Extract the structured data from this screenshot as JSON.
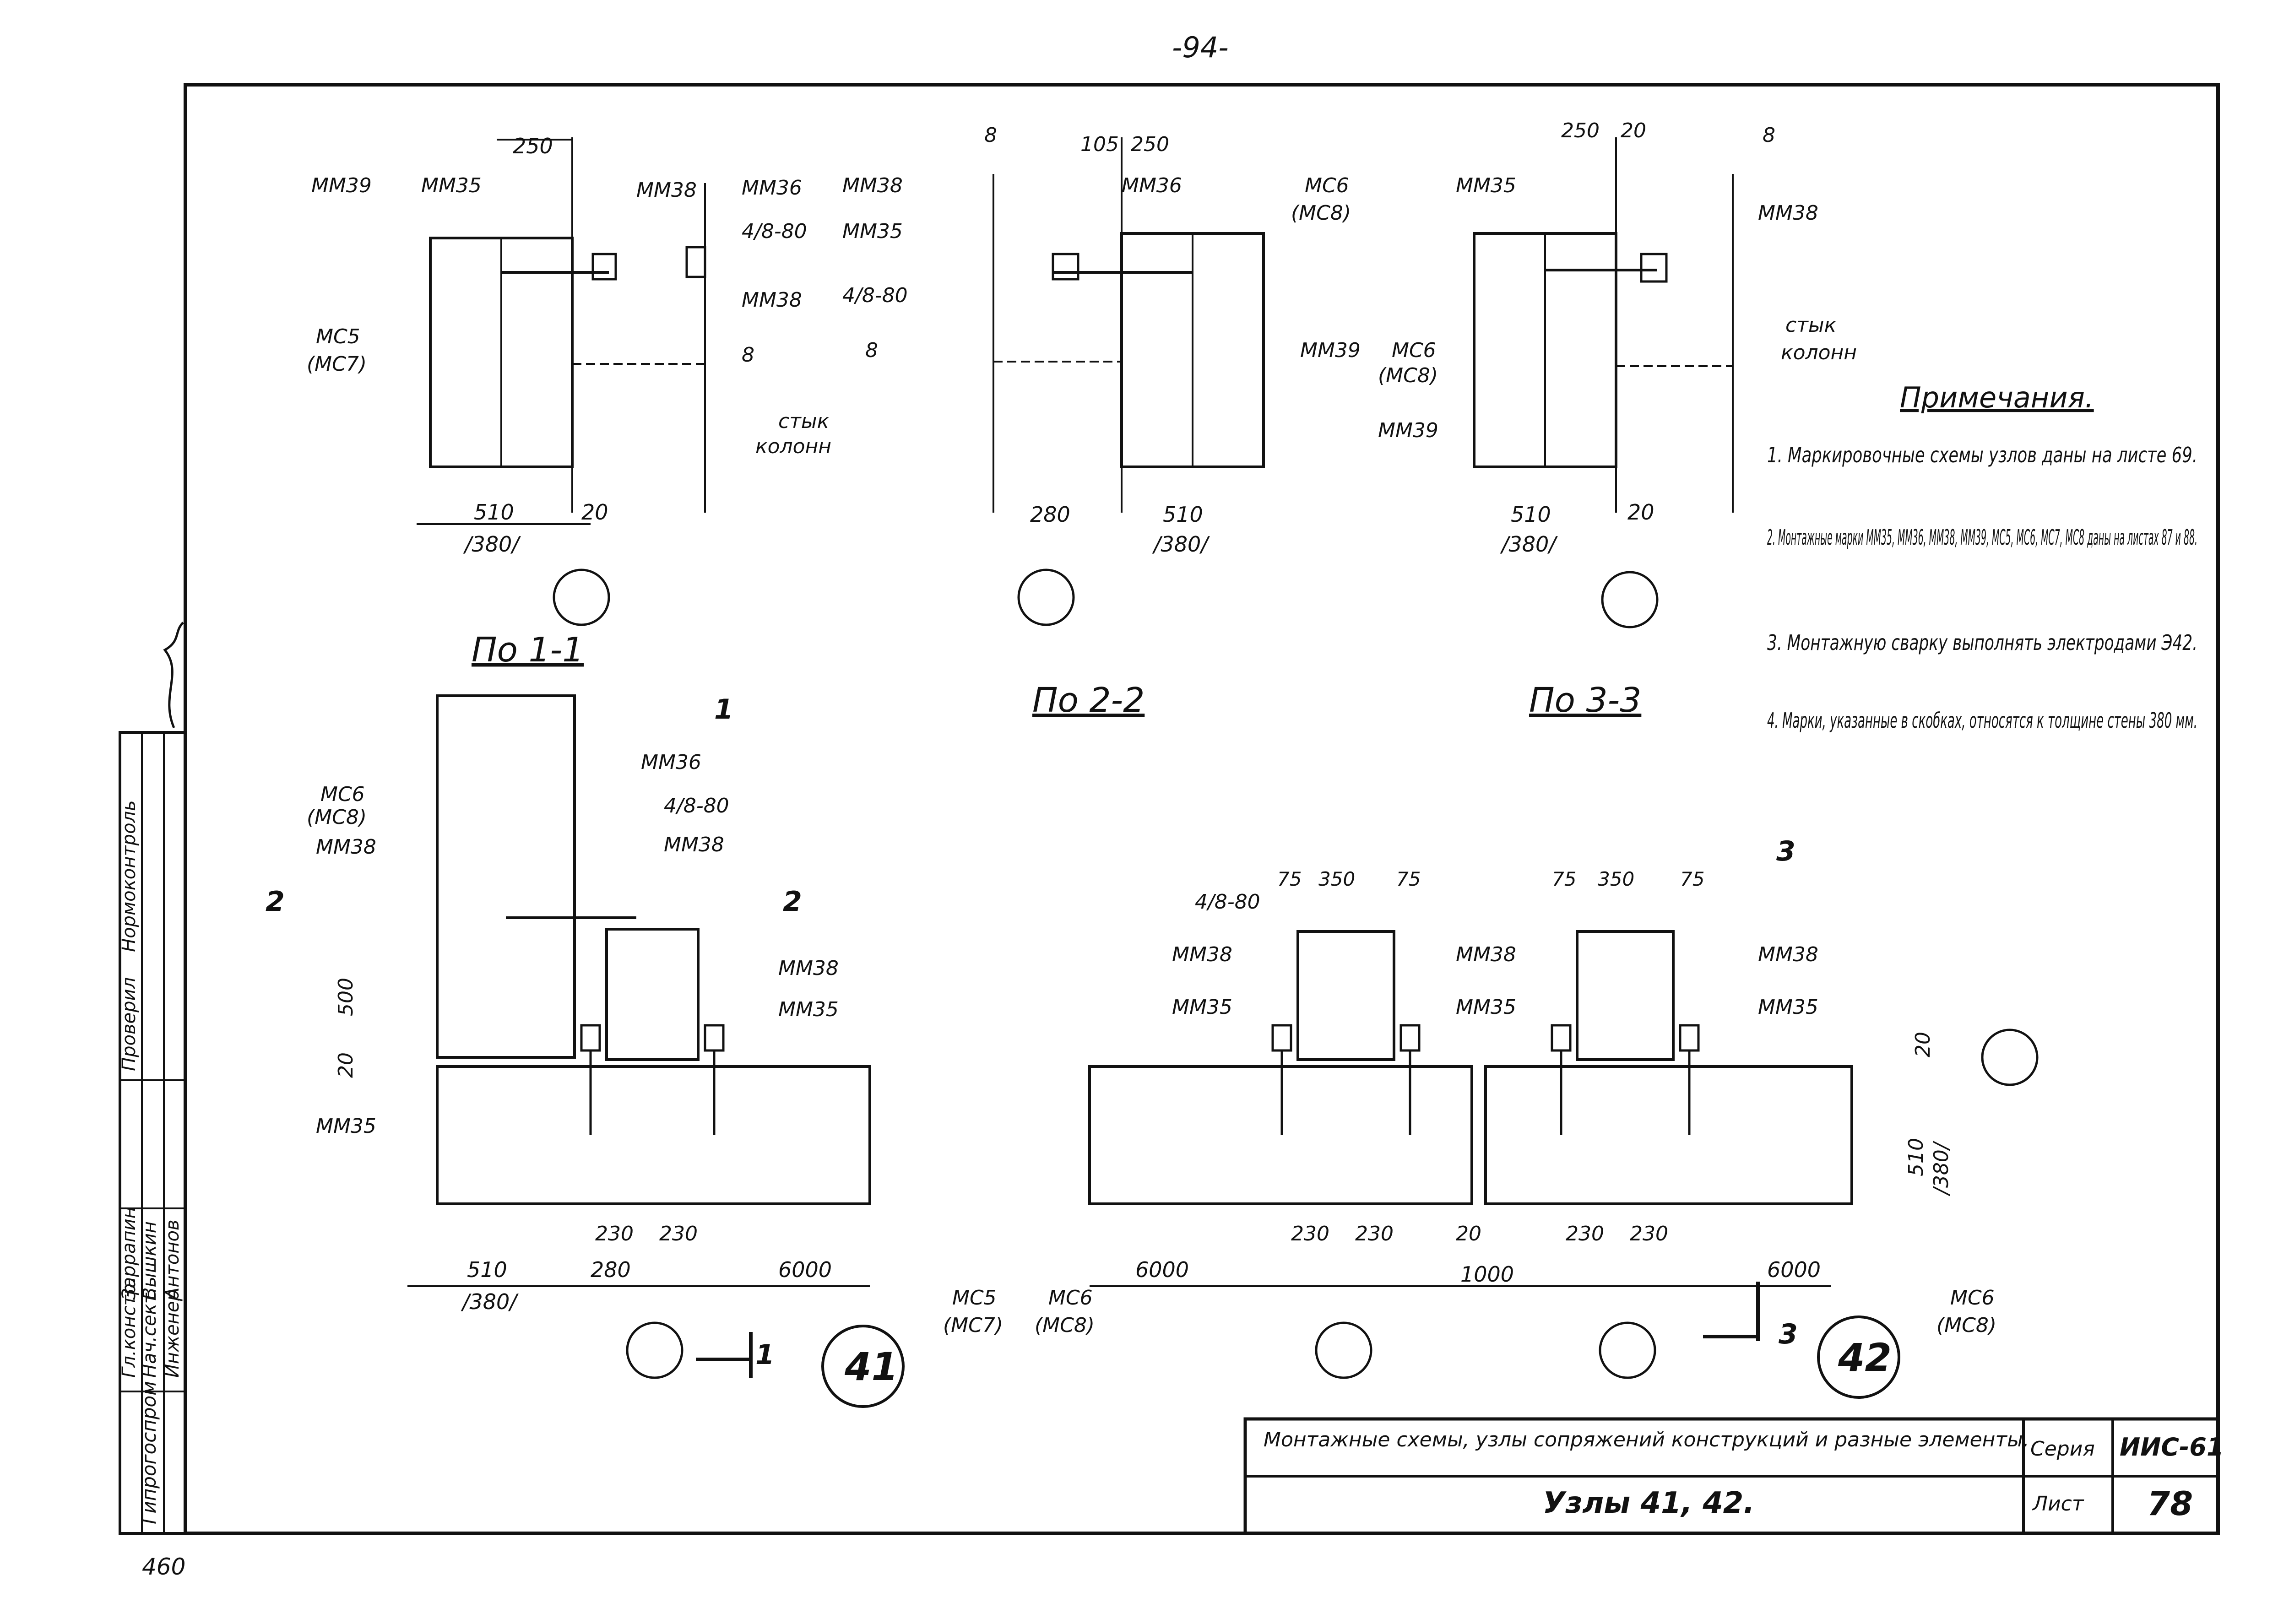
{
  "page_number": "-94-",
  "sheet_corner_number": "460",
  "stamp": {
    "org": "Гипрогоспром",
    "roles": [
      "Гл.констр.",
      "Нач.сект.",
      "Инженер"
    ],
    "names": [
      "Заррапин",
      "Вышкин",
      "Антонов"
    ],
    "check_label": "Проверил",
    "norm_control": "Нормоконтроль"
  },
  "title_block": {
    "description": "Монтажные схемы, узлы сопряжений конструкций и разные элементы.",
    "drawing_title": "Узлы 41, 42.",
    "series_label": "Серия",
    "series_value": "ИИС-61",
    "sheet_label": "Лист",
    "sheet_value": "78"
  },
  "notes": {
    "title": "Примечания.",
    "items": [
      "1. Маркировочные схемы узлов даны на листе 69.",
      "2. Монтажные марки ММ35, ММ36, ММ38, ММ39, МС5, МС6, МС7, МС8 даны на листах 87 и 88.",
      "3. Монтажную сварку выполнять электродами Э42.",
      "4. Марки, указанные в скобках, относятся к толщине стены 380 мм."
    ]
  },
  "section_labels": {
    "s1": "По 1-1",
    "s2": "По 2-2",
    "s3": "По 3-3"
  },
  "node_labels": {
    "n41": "41",
    "n42": "42"
  },
  "section_marks": {
    "m1": "1",
    "m2": "2",
    "m3": "3"
  },
  "marks": {
    "mm35": "ММ35",
    "mm36": "ММ36",
    "mm38": "ММ38",
    "mm39": "ММ39",
    "mc5": "МС5",
    "mc7": "(МС7)",
    "mc6": "МС6",
    "mc8": "(МС8)",
    "weld": "4/8-80",
    "joint1": "стык",
    "joint2": "колонн"
  },
  "dims": {
    "d250": "250",
    "d510": "510",
    "d380": "/380/",
    "d20": "20",
    "d280": "280",
    "d105": "105",
    "d8": "8",
    "d500": "500",
    "d230": "230",
    "d6000": "6000",
    "d1000": "1000",
    "d75": "75",
    "d350": "350"
  }
}
